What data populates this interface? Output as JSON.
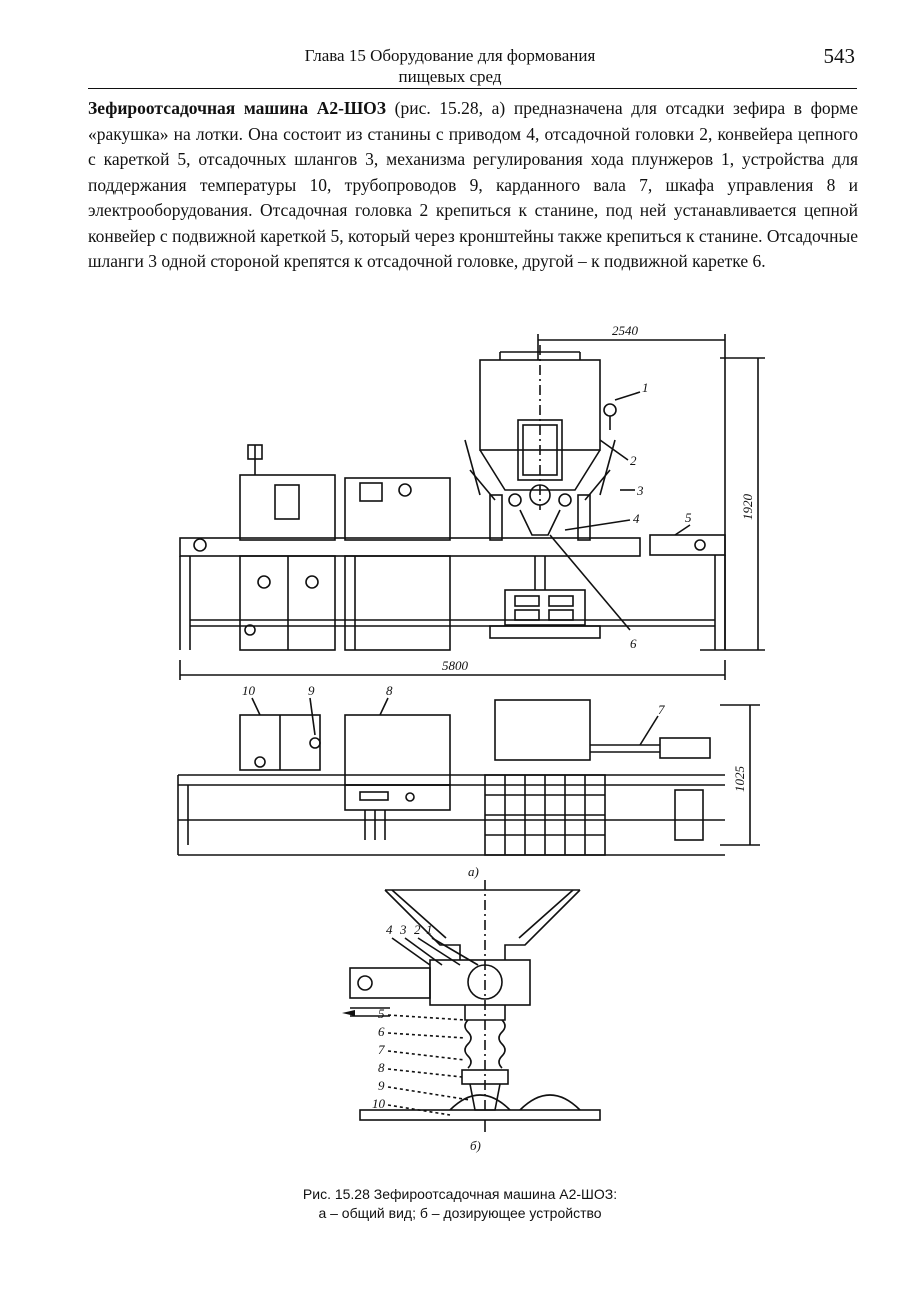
{
  "header": {
    "title_line1": "Глава 15 Оборудование для формования",
    "title_line2": "пищевых сред",
    "page_number": "543"
  },
  "body": {
    "bold_lead": "Зефироотсадочная машина А2-ШОЗ",
    "paragraph": " (рис. 15.28, а) предназначена для отсадки зефира в форме «ракушка» на лотки. Она состоит из станины с приводом 4, отсадочной головки 2, конвейера цепного с кареткой 5, отсадочных шлангов 3, механизма регулирования хода плунжеров 1, устройства для поддержания температуры 10, трубопроводов 9, карданного вала 7, шкафа управления 8 и электрооборудования. Отсадочная головка 2 крепиться к станине, под ней устанавливается цепной конвейер с подвижной кареткой 5, который через кронштейны также крепиться к станине. Отсадочные шланги 3 одной стороной крепятся к отсадочной головке, другой – к подвижной каретке 6."
  },
  "figure": {
    "dim_width_top": "2540",
    "dim_height_right": "1920",
    "dim_length_bottom": "5800",
    "dim_height_plan": "1025",
    "front_labels": [
      "1",
      "2",
      "3",
      "4",
      "5",
      "6"
    ],
    "plan_labels": [
      "10",
      "9",
      "8",
      "7"
    ],
    "detail_labels_top": [
      "4",
      "3",
      "2",
      "1"
    ],
    "detail_labels_left": [
      "5",
      "6",
      "7",
      "8",
      "9",
      "10"
    ],
    "sublabel_a": "а)",
    "sublabel_b": "б)"
  },
  "caption": {
    "line1": "Рис. 15.28  Зефироотсадочная машина А2-ШОЗ:",
    "line2": "а – общий вид; б – дозирующее устройство"
  }
}
